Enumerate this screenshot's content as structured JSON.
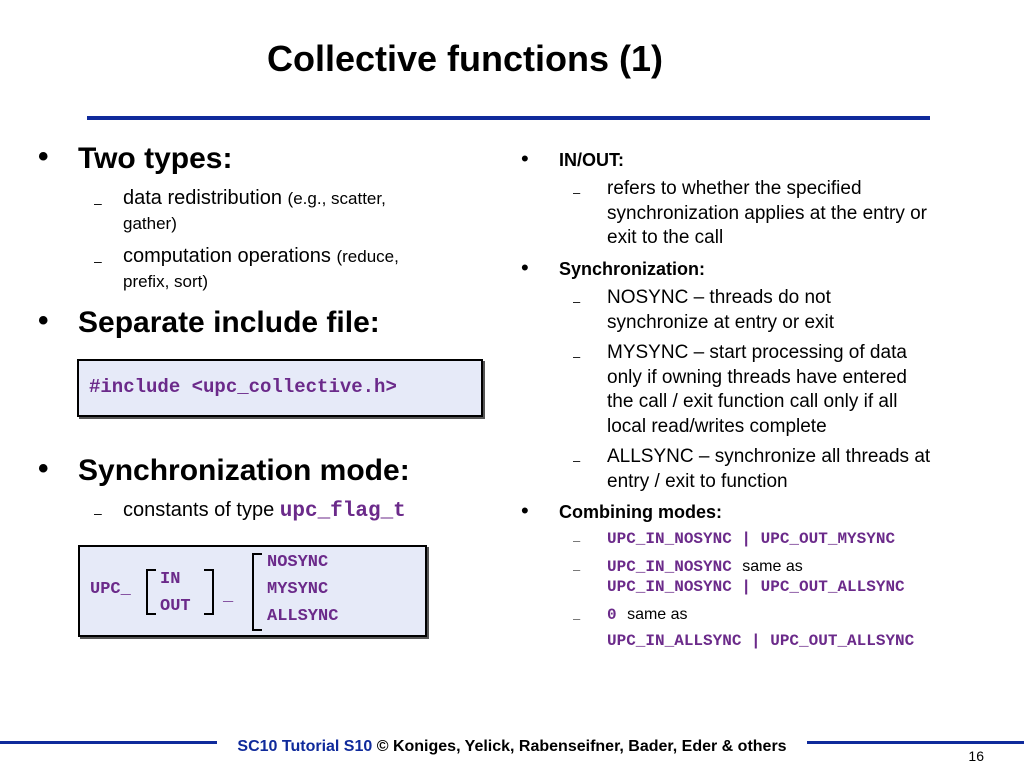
{
  "slide": {
    "title": "Collective functions (1)",
    "page_number": "16"
  },
  "left": {
    "b1": "Two types:",
    "b1_s1_main": "data redistribution",
    "b1_s1_small_a": "(e.g., scatter,",
    "b1_s1_small_b": "gather)",
    "b1_s2_main": "computation operations",
    "b1_s2_small_a": "(reduce,",
    "b1_s2_small_b": "prefix, sort)",
    "b2": "Separate include file:",
    "include_code": "#include <upc_collective.h>",
    "b3": "Synchronization mode:",
    "b3_s1_text": "constants of type",
    "b3_s1_code": "upc_flag_t",
    "diagram": {
      "prefix": "UPC_",
      "in": "IN",
      "out": "OUT",
      "sep": "_",
      "nosync": "NOSYNC",
      "mysync": "MYSYNC",
      "allsync": "ALLSYNC"
    }
  },
  "right": {
    "h1": "IN/OUT:",
    "h1_s1_l1": "refers to whether the specified",
    "h1_s1_l2": "synchronization applies at the entry or",
    "h1_s1_l3": "exit to the call",
    "h2": "Synchronization:",
    "h2_s1_l1": "NOSYNC – threads do not",
    "h2_s1_l2": "synchronize at entry or exit",
    "h2_s2_l1": "MYSYNC – start processing of data",
    "h2_s2_l2": "only if owning threads have entered",
    "h2_s2_l3": "the call / exit function call only if all",
    "h2_s2_l4": "local read/writes complete",
    "h2_s3_l1": "ALLSYNC – synchronize all threads at",
    "h2_s3_l2": "entry / exit to function",
    "h3": "Combining modes:",
    "c1": "UPC_IN_NOSYNC | UPC_OUT_MYSYNC",
    "c2_code": "UPC_IN_NOSYNC",
    "c2_text": "same as",
    "c2_code2": "UPC_IN_NOSYNC | UPC_OUT_ALLSYNC",
    "c3_code": "0",
    "c3_text": "same as",
    "c3_code2": "UPC_IN_ALLSYNC | UPC_OUT_ALLSYNC"
  },
  "footer": {
    "link": "SC10 Tutorial S10",
    "rest": " © Koniges, Yelick, Rabenseifner, Bader, Eder & others"
  },
  "glyphs": {
    "bullet": "•",
    "dash": "–"
  }
}
